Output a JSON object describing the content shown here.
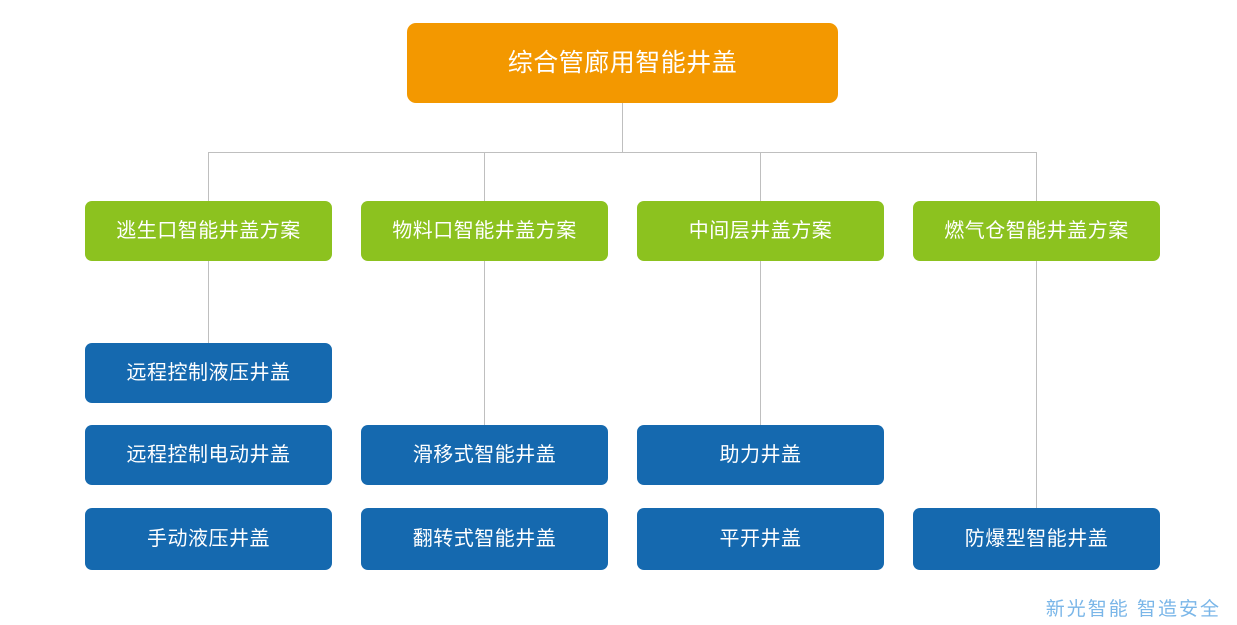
{
  "diagram": {
    "title": "综合管廊用智能井盖",
    "type": "organization-tree",
    "colors": {
      "root": "#f39800",
      "level2": "#8cc21f",
      "level3": "#1569af",
      "connector": "#bfbfbf",
      "watermark": "#7ab6e8",
      "background": "#ffffff"
    },
    "root": {
      "label": "综合管廊用智能井盖"
    },
    "branches": [
      {
        "label": "逃生口智能井盖方案",
        "children": [
          {
            "label": "远程控制液压井盖"
          },
          {
            "label": "远程控制电动井盖"
          },
          {
            "label": "手动液压井盖"
          }
        ]
      },
      {
        "label": "物料口智能井盖方案",
        "children": [
          {
            "label": "滑移式智能井盖"
          },
          {
            "label": "翻转式智能井盖"
          }
        ]
      },
      {
        "label": "中间层井盖方案",
        "children": [
          {
            "label": "助力井盖"
          },
          {
            "label": "平开井盖"
          }
        ]
      },
      {
        "label": "燃气仓智能井盖方案",
        "children": [
          {
            "label": "防爆型智能井盖"
          }
        ]
      }
    ]
  },
  "watermark": {
    "text": "新光智能 智造安全"
  }
}
